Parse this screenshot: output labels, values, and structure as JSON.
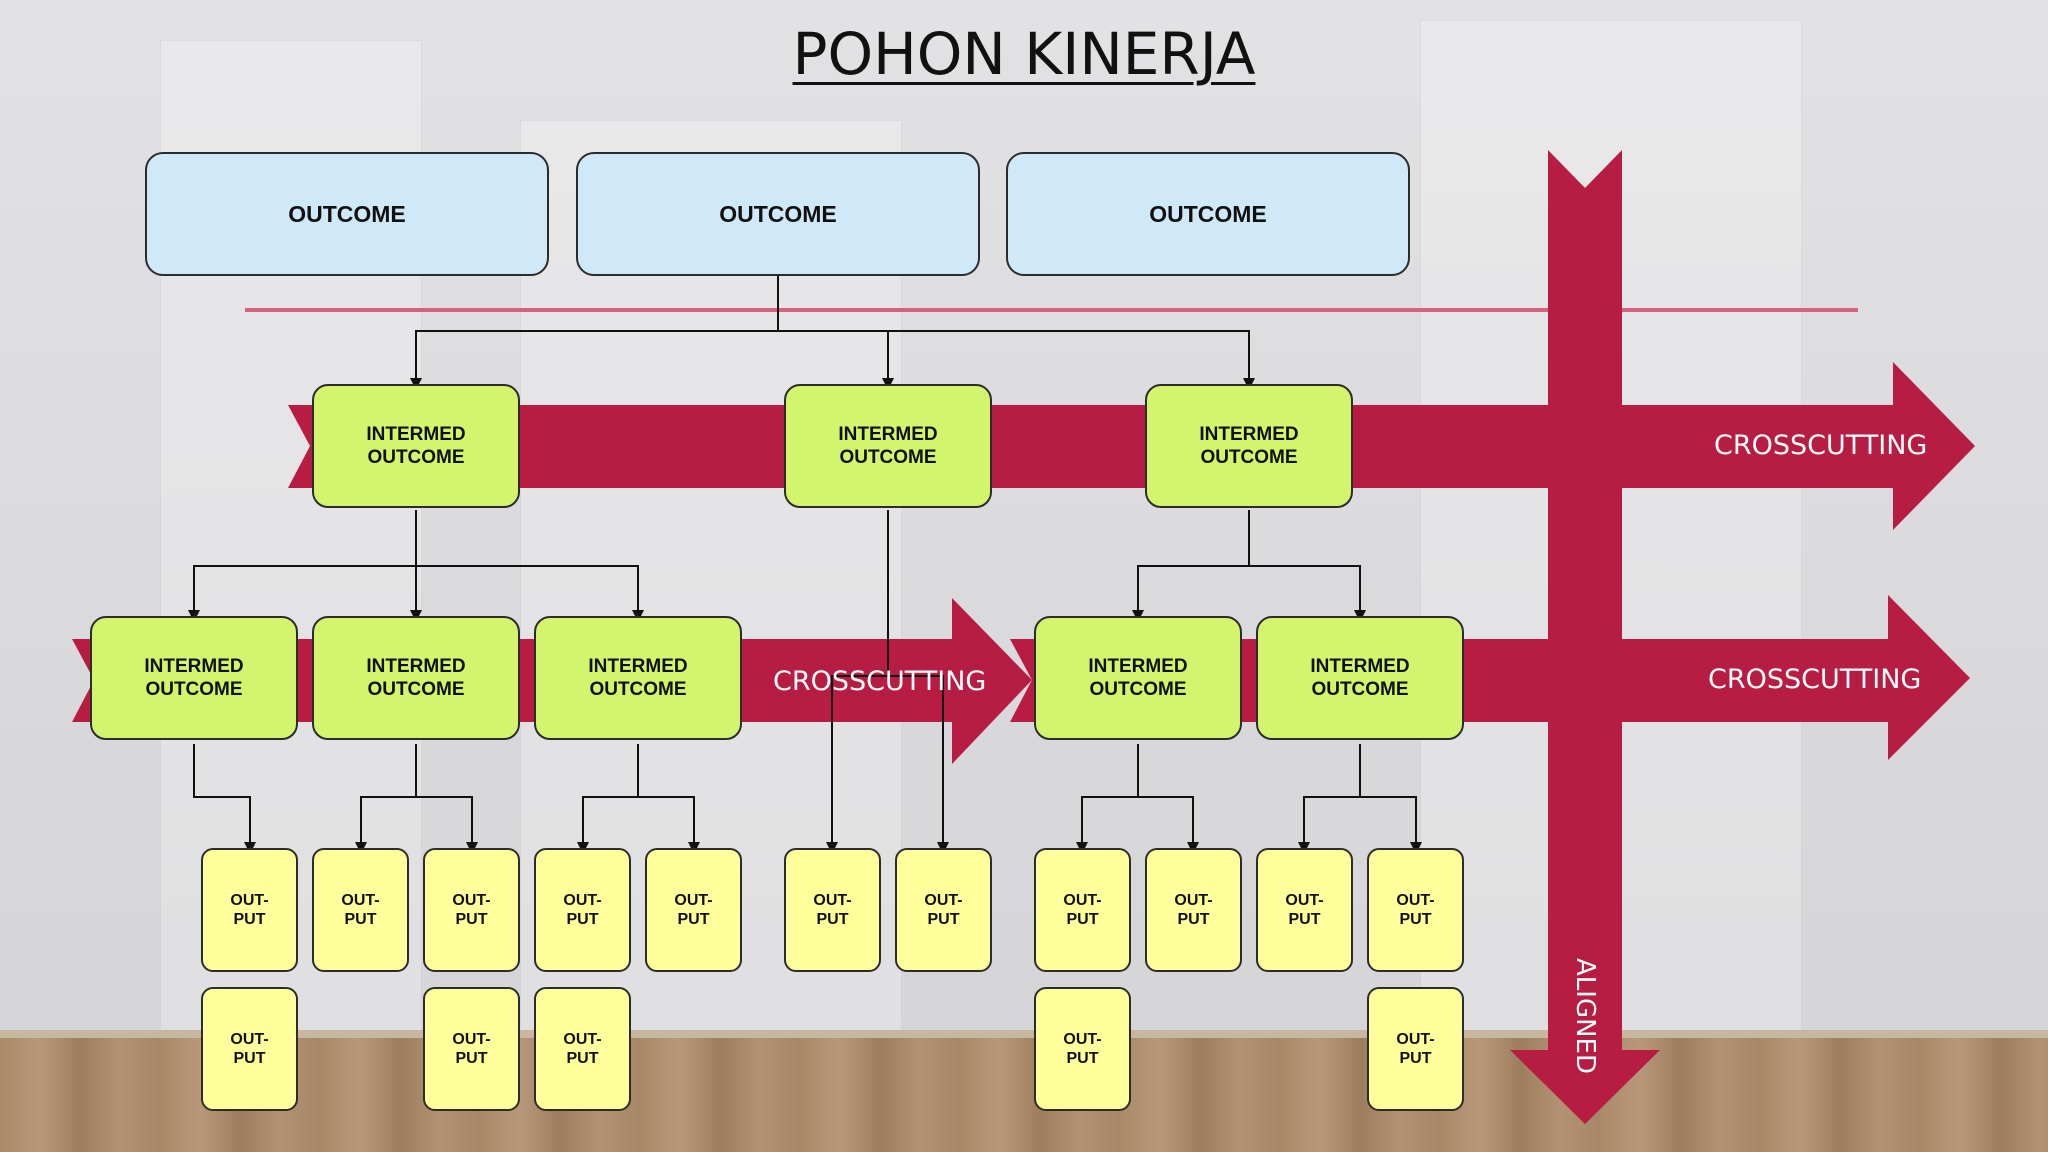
{
  "title": "POHON KINERJA",
  "colors": {
    "arrow": "#b71c43",
    "outcome_fill": "#d0e9f8",
    "intermed_fill": "#d3f56e",
    "output_fill": "#ffff9c",
    "divider": "#d6637e"
  },
  "outcomes": [
    "OUTCOME",
    "OUTCOME",
    "OUTCOME"
  ],
  "intermed_top": [
    "INTERMED\nOUTCOME",
    "INTERMED\nOUTCOME",
    "INTERMED\nOUTCOME"
  ],
  "intermed_mid": [
    "INTERMED\nOUTCOME",
    "INTERMED\nOUTCOME",
    "INTERMED\nOUTCOME",
    "INTERMED\nOUTCOME",
    "INTERMED\nOUTCOME"
  ],
  "output_label": "OUT-\nPUT",
  "arrows": {
    "crosscutting_top": "CROSSCUTTING",
    "crosscutting_mid_left": "CROSSCUTTING",
    "crosscutting_mid_right": "CROSSCUTTING",
    "aligned": "ALIGNED"
  }
}
